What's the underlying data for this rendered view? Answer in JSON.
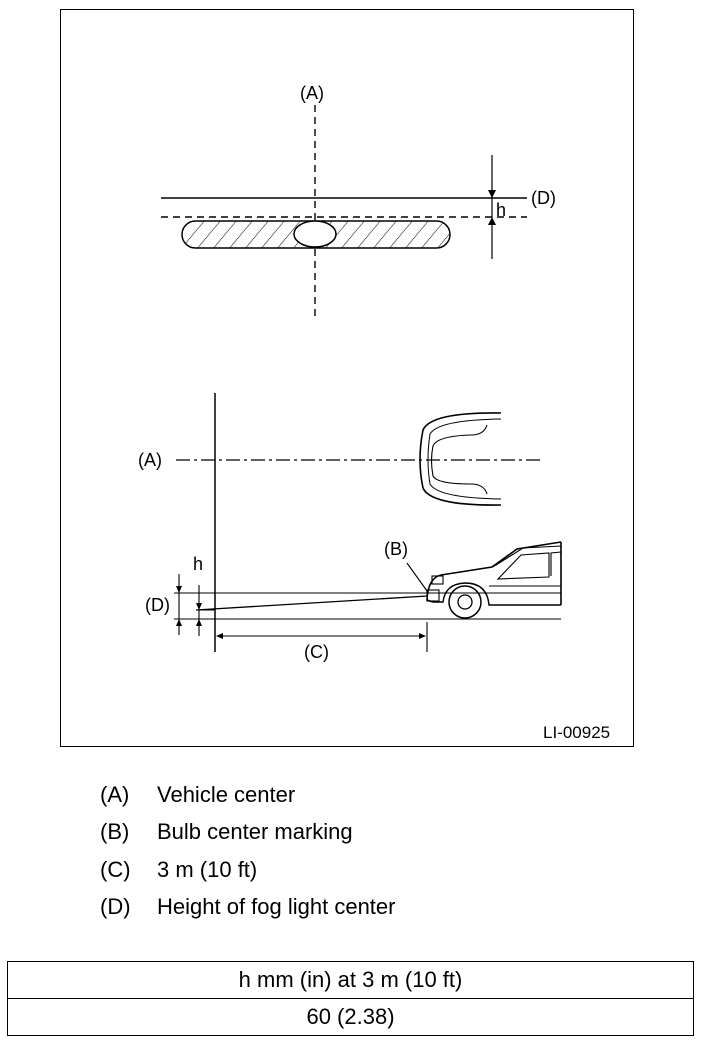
{
  "figure": {
    "top_view": {
      "label_a": "(A)",
      "label_d": "(D)",
      "label_h": "h"
    },
    "side_view": {
      "label_a": "(A)",
      "label_b": "(B)",
      "label_c": "(C)",
      "label_d": "(D)",
      "label_h": "h"
    },
    "figure_code": "LI-00925"
  },
  "legend": [
    {
      "key": "(A)",
      "text": "Vehicle center"
    },
    {
      "key": "(B)",
      "text": "Bulb center marking"
    },
    {
      "key": "(C)",
      "text": "3 m (10 ft)"
    },
    {
      "key": "(D)",
      "text": "Height of fog light center"
    }
  ],
  "spec_table": {
    "header": "h mm (in) at 3 m (10 ft)",
    "value": "60 (2.38)"
  }
}
